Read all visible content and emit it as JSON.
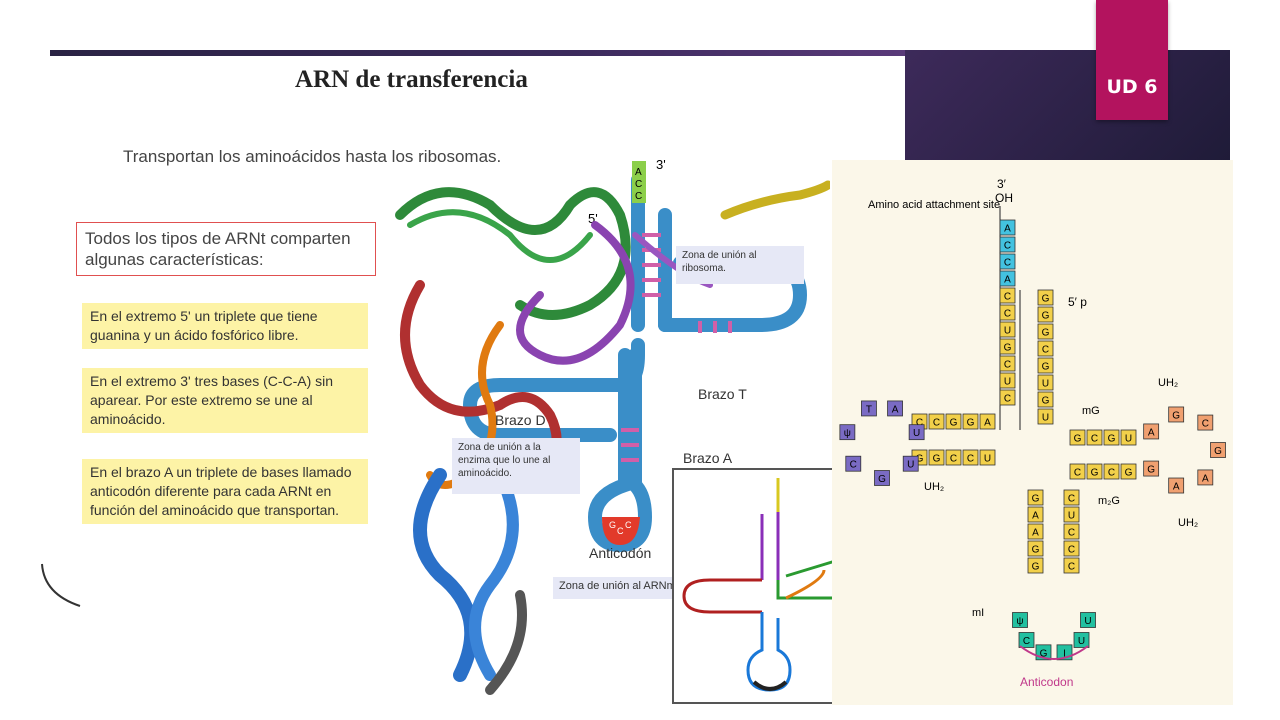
{
  "slide": {
    "title": "ARN de transferencia",
    "badge": "UD 6",
    "subtitle": "Transportan los aminoácidos hasta los ribosomas."
  },
  "left_text": {
    "boxed": "Todos los tipos de ARNt comparten algunas características:",
    "notes": [
      "En el extremo 5' un triplete que tiene guanina y un ácido fosfórico libre.",
      "En el extremo 3' tres bases (C-C-A) sin aparear. Por este extremo se une al aminoácido.",
      "En el brazo A un triplete de bases llamado anticodón diferente para cada ARNt en función del aminoácido que transportan."
    ]
  },
  "middle_diagram": {
    "end3": "3'",
    "end5": "5'",
    "acc_bases": [
      "A",
      "C",
      "C"
    ],
    "anticodon_bases": [
      "G",
      "C",
      "C"
    ],
    "labels": {
      "brazo_t": "Brazo T",
      "brazo_d": "Brazo D",
      "brazo_a": "Brazo A",
      "anticodon": "Anticodón",
      "zona_ribosoma": "Zona de unión al ribosoma.",
      "zona_enzima": "Zona de unión a la enzima que lo une al aminoácido.",
      "zona_arnm": "Zona de unión al ARNm."
    }
  },
  "right_diagram": {
    "amino_site": "Amino acid attachment site",
    "end3": "3′",
    "oh": "OH",
    "end5p": "5′ p",
    "acceptor_3": [
      "A",
      "C",
      "C",
      "A",
      "C",
      "C",
      "U",
      "G",
      "C",
      "U",
      "C"
    ],
    "acceptor_5": [
      "G",
      "G",
      "G",
      "C",
      "G",
      "U",
      "G",
      "U"
    ],
    "d_stem_top": [
      "C",
      "C",
      "G",
      "G",
      "A"
    ],
    "d_stem_bottom": [
      "G",
      "G",
      "C",
      "C",
      "U"
    ],
    "d_loop": [
      "A",
      "U",
      "U",
      "G",
      "C",
      "ψ",
      "T"
    ],
    "t_stem_top": [
      "G",
      "C",
      "G",
      "U"
    ],
    "t_stem_bottom": [
      "C",
      "G",
      "C",
      "G"
    ],
    "t_loop": [
      "A",
      "G",
      "C",
      "G",
      "A",
      "A",
      "G"
    ],
    "anticodon_stem_left": [
      "G",
      "A",
      "A",
      "G",
      "G"
    ],
    "anticodon_stem_right": [
      "C",
      "U",
      "C",
      "C",
      "C"
    ],
    "anticodon_loop": [
      "ψ",
      "C",
      "G",
      "I",
      "U",
      "U"
    ],
    "labels": {
      "uh2_a": "UH₂",
      "uh2_b": "UH₂",
      "uh2_c": "UH₂",
      "mg": "mG",
      "m2g": "m₂G",
      "mi": "mI",
      "anticodon": "Anticodon"
    }
  },
  "colors": {
    "badge": "#b3135e",
    "header": "#2e2448",
    "note_bg": "#fdf3a6",
    "stem_yellow": "#f2d04a",
    "acceptor_blue": "#43c2e0",
    "d_loop_purple": "#7a6bc4",
    "t_loop_orange": "#f0a070",
    "anticodon_green": "#22c0a0"
  }
}
